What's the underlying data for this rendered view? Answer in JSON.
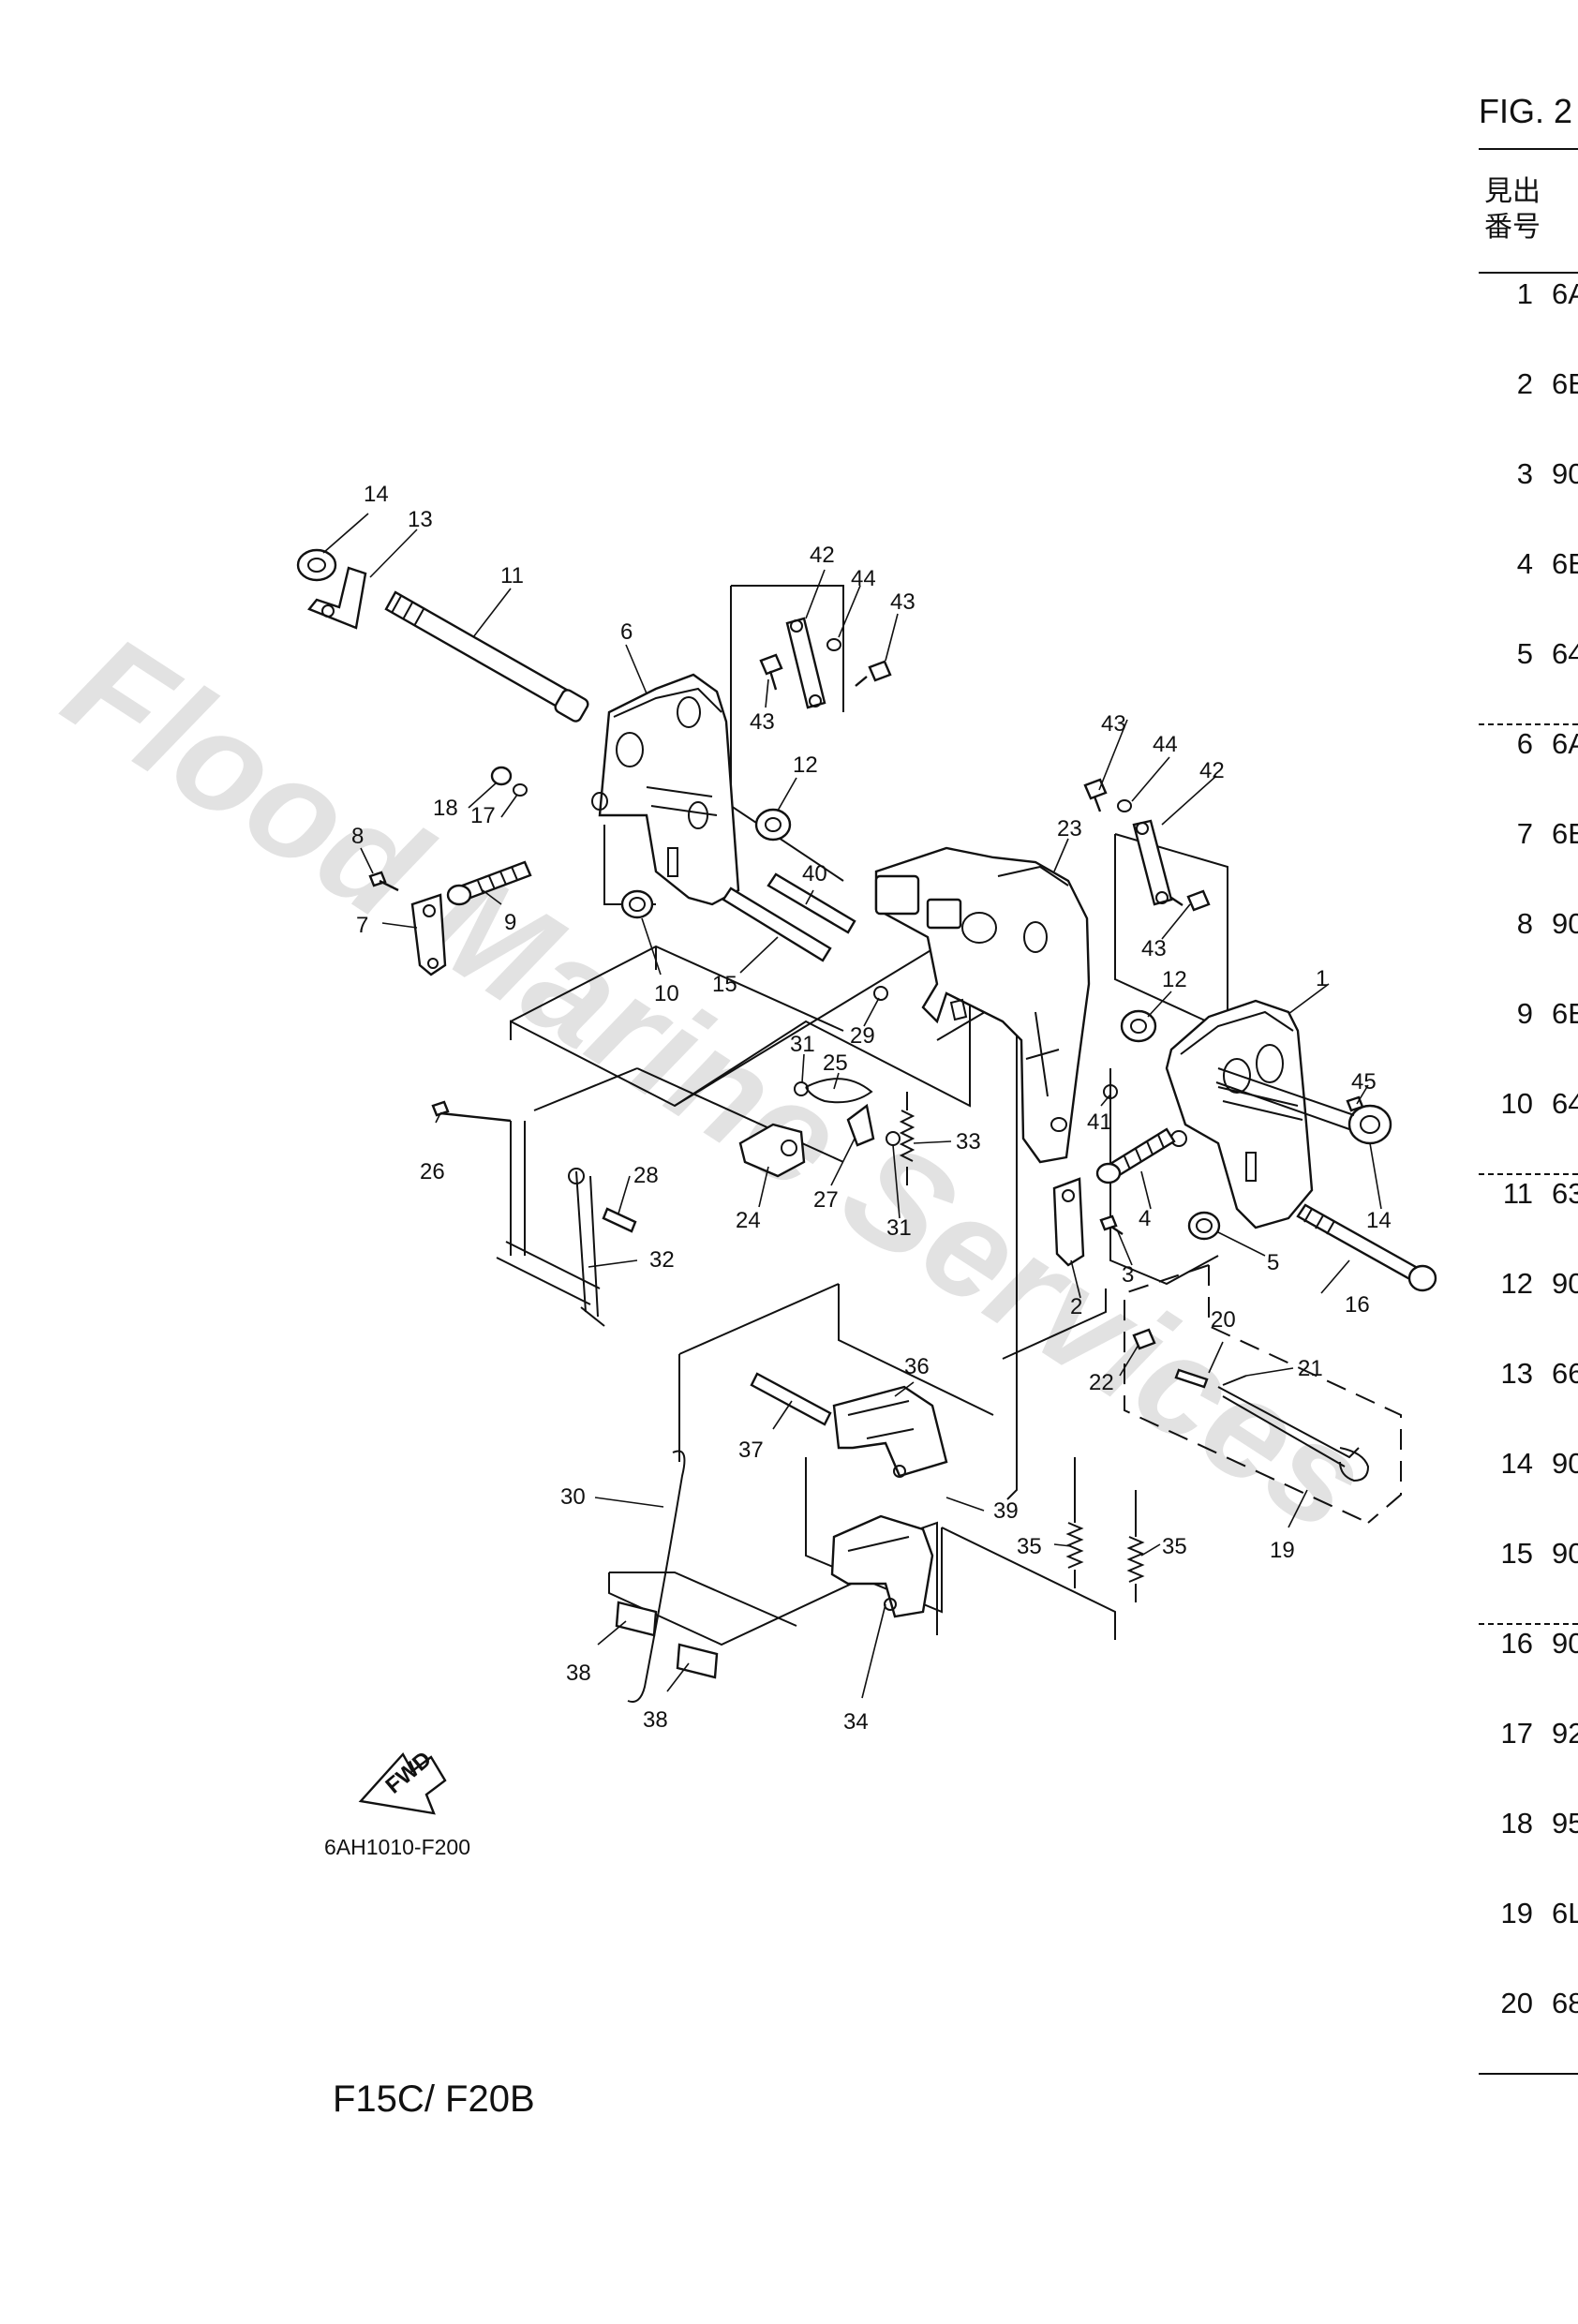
{
  "header": {
    "fig_title": "FIG. 2",
    "col_head_line1": "見出",
    "col_head_line2": "番号"
  },
  "watermark": "Flood Marine Services",
  "fig_code": "6AH1010-F200",
  "model": "F15C/ F20B",
  "fwd_label": "FWD",
  "parts_rows": [
    {
      "no": "1",
      "code": "6A"
    },
    {
      "no": "2",
      "code": "6E"
    },
    {
      "no": "3",
      "code": "90"
    },
    {
      "no": "4",
      "code": "6E"
    },
    {
      "no": "5",
      "code": "64"
    },
    {
      "no": "6",
      "code": "6A"
    },
    {
      "no": "7",
      "code": "6E"
    },
    {
      "no": "8",
      "code": "90"
    },
    {
      "no": "9",
      "code": "6E"
    },
    {
      "no": "10",
      "code": "64"
    },
    {
      "no": "11",
      "code": "63"
    },
    {
      "no": "12",
      "code": "90"
    },
    {
      "no": "13",
      "code": "66"
    },
    {
      "no": "14",
      "code": "90"
    },
    {
      "no": "15",
      "code": "90"
    },
    {
      "no": "16",
      "code": "90"
    },
    {
      "no": "17",
      "code": "92"
    },
    {
      "no": "18",
      "code": "95"
    },
    {
      "no": "19",
      "code": "6L"
    },
    {
      "no": "20",
      "code": "68"
    }
  ],
  "callouts": [
    "1",
    "2",
    "3",
    "4",
    "5",
    "6",
    "7",
    "8",
    "9",
    "10",
    "11",
    "12",
    "12",
    "13",
    "14",
    "14",
    "15",
    "16",
    "17",
    "18",
    "19",
    "20",
    "21",
    "22",
    "23",
    "24",
    "25",
    "26",
    "27",
    "28",
    "29",
    "30",
    "31",
    "31",
    "32",
    "33",
    "34",
    "35",
    "35",
    "36",
    "37",
    "38",
    "38",
    "39",
    "40",
    "41",
    "42",
    "42",
    "43",
    "43",
    "43",
    "43",
    "44",
    "44",
    "45"
  ]
}
